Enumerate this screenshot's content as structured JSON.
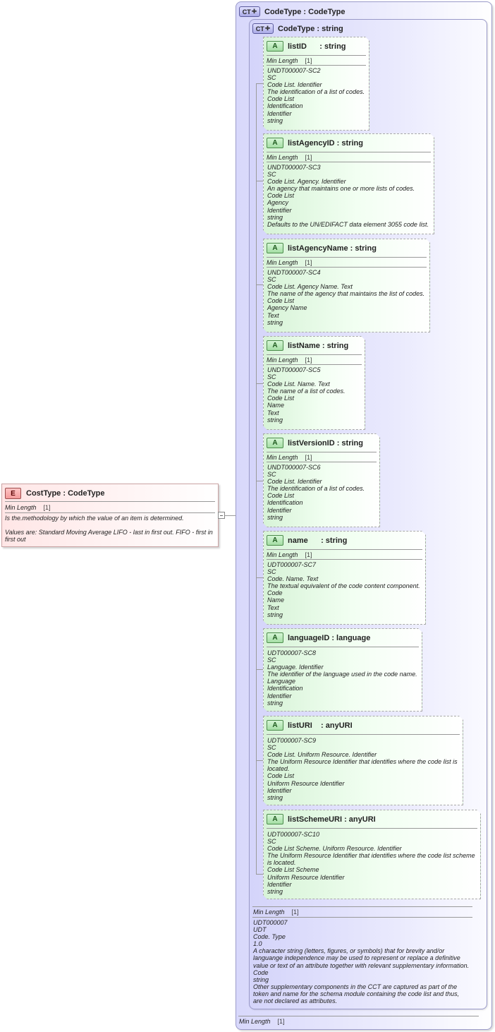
{
  "element": {
    "badge": "E",
    "title": "CostType : CodeType",
    "min_length_label": "Min Length",
    "min_length_value": "[1]",
    "documentation": "Is the.methodology by which the value of an item is determined.\n\nValues are: Standard Moving Average LIFO - last in first out. FIFO - first in\nfirst out"
  },
  "outer_type": {
    "badge": "CT",
    "title": "CodeType : CodeType",
    "min_length_label": "Min Length",
    "min_length_value": "[1]"
  },
  "inner_type": {
    "badge": "CT",
    "title": "CodeType : string",
    "min_length_label": "Min Length",
    "min_length_value": "[1]",
    "documentation": "UDT000007\nUDT\nCode. Type\n1.0\nA character string (letters, figures, or symbols) that for brevity and/or\nlanguange independence may be used to represent or replace a definitive\nvalue or text of an attribute together with relevant supplementary information.\nCode\nstring\nOther supplementary components in the CCT are captured as part of the\ntoken and name for the schema module containing the code list and thus,\nare not declared as attributes."
  },
  "attributes": [
    {
      "badge": "A",
      "title": "listID      : string",
      "min_length_label": "Min Length",
      "min_length_value": "[1]",
      "documentation": "UNDT000007-SC2\nSC\nCode List. Identifier\nThe identification of a list of codes.\nCode List\nIdentification\nIdentifier\nstring"
    },
    {
      "badge": "A",
      "title": "listAgencyID : string",
      "min_length_label": "Min Length",
      "min_length_value": "[1]",
      "documentation": "UNDT000007-SC3\nSC\nCode List. Agency. Identifier\nAn agency that maintains one or more lists of codes.\nCode List\nAgency\nIdentifier\nstring\nDefaults to the UN/EDIFACT data element 3055 code list."
    },
    {
      "badge": "A",
      "title": "listAgencyName : string",
      "min_length_label": "Min Length",
      "min_length_value": "[1]",
      "documentation": "UNDT000007-SC4\nSC\nCode List. Agency Name. Text\nThe name of the agency that maintains the list of codes.\nCode List\nAgency Name\nText\nstring"
    },
    {
      "badge": "A",
      "title": "listName : string",
      "min_length_label": "Min Length",
      "min_length_value": "[1]",
      "documentation": "UNDT000007-SC5\nSC\nCode List. Name. Text\nThe name of a list of codes.\nCode List\nName\nText\nstring"
    },
    {
      "badge": "A",
      "title": "listVersionID : string",
      "min_length_label": "Min Length",
      "min_length_value": "[1]",
      "documentation": "UNDT000007-SC6\nSC\nCode List. Identifier\nThe identification of a list of codes.\nCode List\nIdentification\nIdentifier\nstring"
    },
    {
      "badge": "A",
      "title": "name      : string",
      "min_length_label": "Min Length",
      "min_length_value": "[1]",
      "documentation": "UDT000007-SC7\nSC\nCode. Name. Text\nThe textual equivalent of the code content component.\nCode\nName\nText\nstring"
    },
    {
      "badge": "A",
      "title": "languageID : language",
      "documentation": "UDT000007-SC8\nSC\nLanguage. Identifier\nThe identifier of the language used in the code name.\nLanguage\nIdentification\nIdentifier\nstring"
    },
    {
      "badge": "A",
      "title": "listURI    : anyURI",
      "documentation": "UDT000007-SC9\nSC\nCode List. Uniform Resource. Identifier\nThe Uniform Resource Identifier that identifies where the code list is\nlocated.\nCode List\nUniform Resource Identifier\nIdentifier\nstring"
    },
    {
      "badge": "A",
      "title": "listSchemeURI : anyURI",
      "documentation": "UDT000007-SC10\nSC\nCode List Scheme. Uniform Resource. Identifier\nThe Uniform Resource Identifier that identifies where the code list scheme\nis located.\nCode List Scheme\nUniform Resource Identifier\nIdentifier\nstring"
    }
  ]
}
